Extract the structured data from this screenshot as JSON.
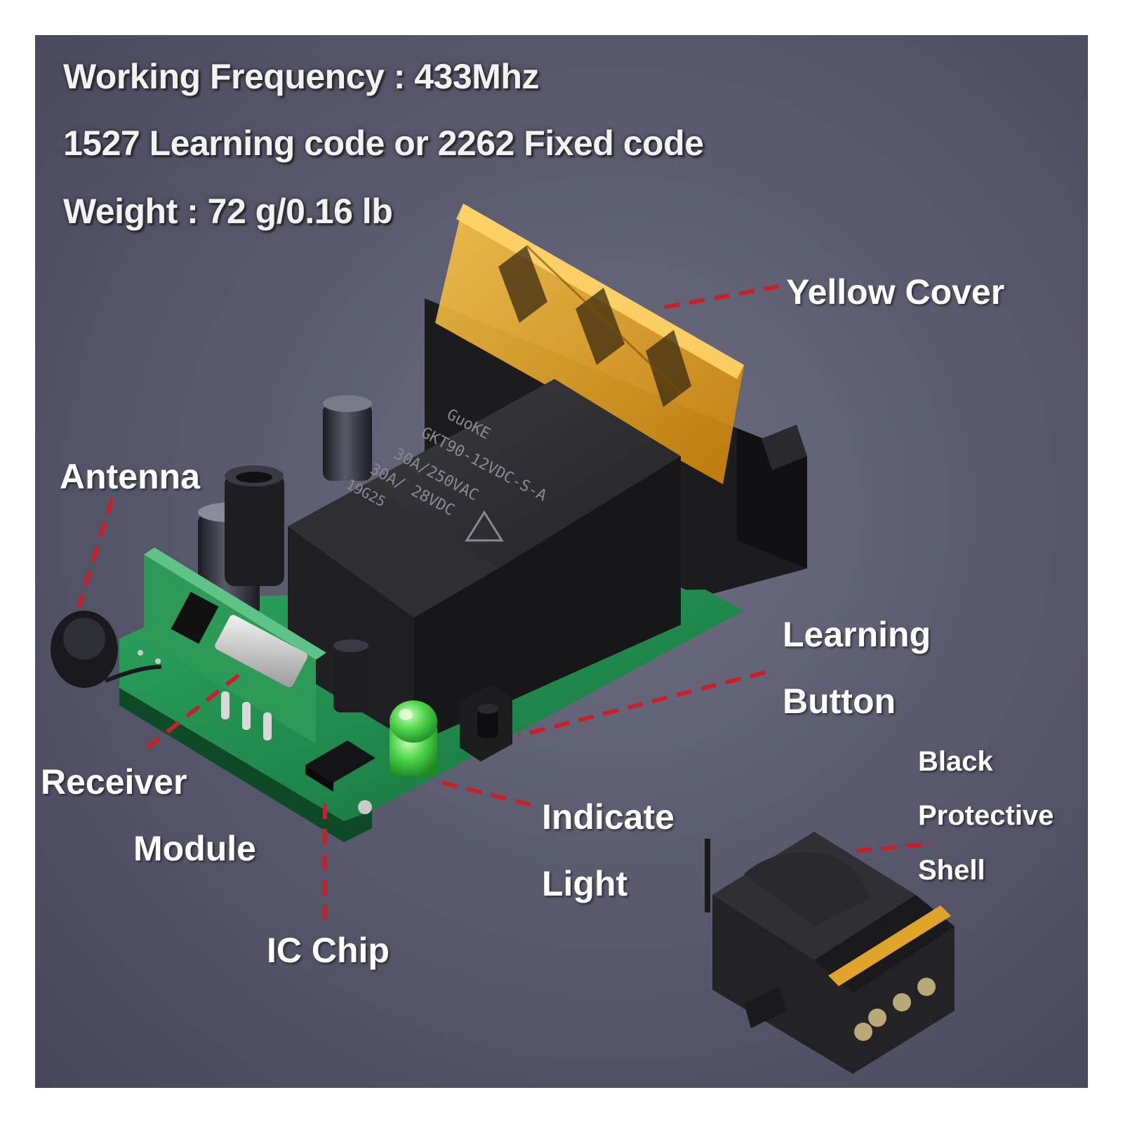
{
  "specs": {
    "frequency": "Working Frequency : 433Mhz",
    "code_type": "1527 Learning code or 2262 Fixed code",
    "weight": "Weight : 72 g/0.16 lb"
  },
  "callouts": {
    "yellow_cover": "Yellow Cover",
    "antenna": "Antenna",
    "learning_button_line1": "Learning",
    "learning_button_line2": "Button",
    "receiver_module_line1": "Receiver",
    "receiver_module_line2": "Module",
    "indicate_light_line1": "Indicate",
    "indicate_light_line2": "Light",
    "ic_chip": "IC Chip",
    "black_shell_line1": "Black",
    "black_shell_line2": "Protective",
    "black_shell_line3": "Shell"
  },
  "relay_marking": {
    "brand": "GuoKE",
    "model": "GKT90-12VDC-S-A",
    "rating1": "30A/250VAC",
    "rating2": "30A/ 28VDC",
    "batch": "19G25"
  },
  "colors": {
    "background": "#5a5b6e",
    "pcb": "#1f8a4c",
    "relay": "#2b2b2e",
    "cover": "#e8a21a",
    "leader_line": "#c8202a",
    "led": "#48d848"
  }
}
